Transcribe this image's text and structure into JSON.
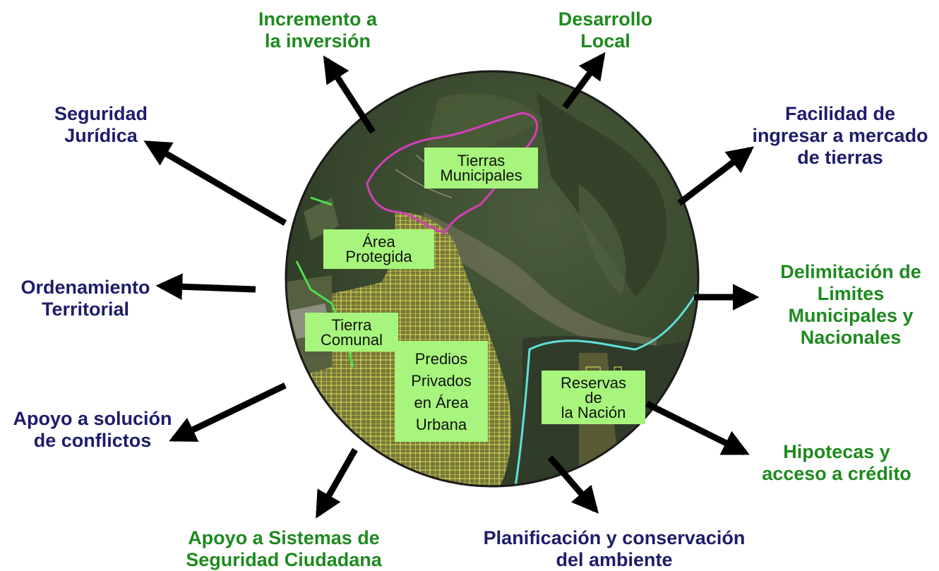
{
  "outer_labels": [
    {
      "id": "incremento",
      "lines": [
        "Incremento a",
        "la inversión"
      ]
    },
    {
      "id": "desarrollo",
      "lines": [
        "Desarrollo",
        "Local"
      ]
    },
    {
      "id": "seguridad-juridica",
      "lines": [
        "Seguridad",
        "Jurídica"
      ]
    },
    {
      "id": "facilidad",
      "lines": [
        "Facilidad de",
        "ingresar a mercado",
        "de tierras"
      ]
    },
    {
      "id": "ordenamiento",
      "lines": [
        "Ordenamiento",
        "Territorial"
      ]
    },
    {
      "id": "delimitacion",
      "lines": [
        "Delimitación de",
        "Limites",
        "Municipales y",
        "Nacionales"
      ]
    },
    {
      "id": "apoyo-conflictos",
      "lines": [
        "Apoyo a solución",
        "de conflictos"
      ]
    },
    {
      "id": "hipotecas",
      "lines": [
        "Hipotecas y",
        "acceso a crédito"
      ]
    },
    {
      "id": "apoyo-sistemas",
      "lines": [
        "Apoyo a Sistemas de",
        "Seguridad Ciudadana"
      ]
    },
    {
      "id": "planificacion",
      "lines": [
        "Planificación y conservación",
        "del ambiente"
      ]
    }
  ],
  "map_labels": [
    {
      "id": "tierras-municipales",
      "lines": [
        "Tierras",
        "Municipales"
      ]
    },
    {
      "id": "area-protegida",
      "lines": [
        "Área",
        "Protegida"
      ]
    },
    {
      "id": "tierra-comunal",
      "lines": [
        "Tierra",
        "Comunal"
      ]
    },
    {
      "id": "predios-privados",
      "lines": [
        "Predios",
        "Privados",
        "en Área",
        "Urbana"
      ]
    },
    {
      "id": "reservas-nacion",
      "lines": [
        "Reservas",
        "de",
        "la Nación"
      ]
    }
  ],
  "colors": {
    "label_green": "#1e8a1e",
    "label_navy": "#1d1d6b",
    "box_fill": "#a7f57c",
    "arrow": "#000000",
    "municipal_boundary": "#d43fb8",
    "protected_boundary": "#4ee04e",
    "national_boundary": "#5fe0d8",
    "urban_parcels": "#e8e85a"
  },
  "icons": {
    "center": "aerial-map-image",
    "arrows": "arrow-icon"
  }
}
